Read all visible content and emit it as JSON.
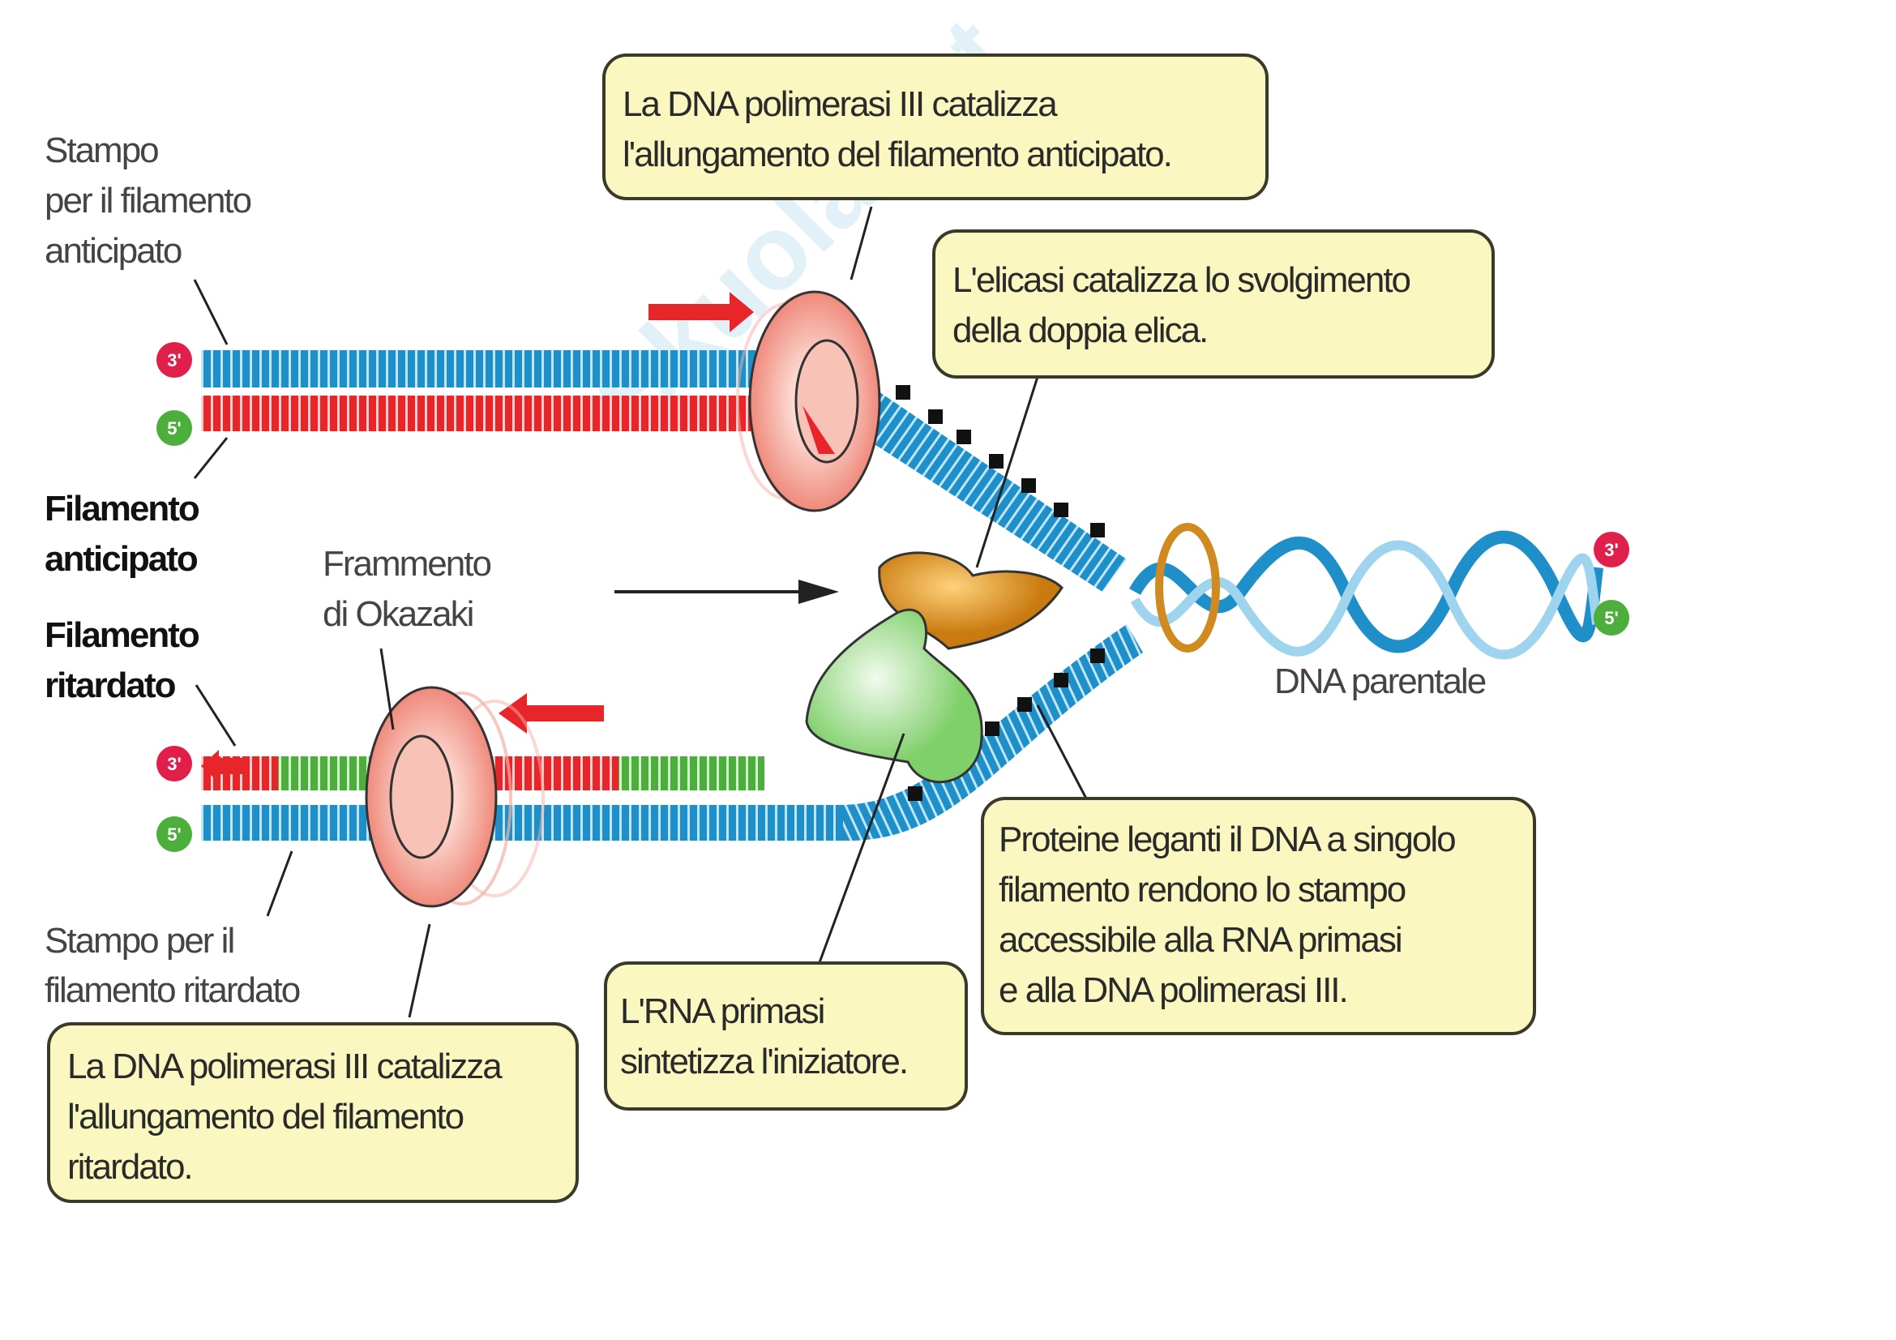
{
  "labels": {
    "leading_template": [
      "Stampo",
      "per il filamento",
      "anticipato"
    ],
    "leading_strand": [
      "Filamento",
      "anticipato"
    ],
    "lagging_strand": [
      "Filamento",
      "ritardato"
    ],
    "okazaki": [
      "Frammento",
      "di Okazaki"
    ],
    "lagging_template": [
      "Stampo per il",
      "filamento ritardato"
    ],
    "parental": "DNA parentale",
    "ends": {
      "three": "3'",
      "five": "5'"
    }
  },
  "boxes": {
    "pol_leading": [
      "La DNA polimerasi III catalizza",
      "l'allungamento del filamento anticipato."
    ],
    "helicase": [
      "L'elicasi catalizza lo svolgimento",
      "della doppia elica."
    ],
    "pol_lagging": [
      "La DNA polimerasi III catalizza",
      "l'allungamento del filamento",
      "ritardato."
    ],
    "primase": [
      "L'RNA primasi",
      "sintetizza l'iniziatore."
    ],
    "ssb": [
      "Proteine leganti il DNA a singolo",
      "filamento rendono lo stampo",
      "accessibile alla RNA primasi",
      "e alla DNA polimerasi III."
    ]
  },
  "watermark": "Skuola.net",
  "colors": {
    "template": "#1e8fc8",
    "new_strand": "#e8262a",
    "okazaki": "#4caf3c",
    "polymerase": "#f3a59a",
    "helicase": "#e09a2a",
    "primase": "#cdeec0",
    "box": "#fbf7c0"
  }
}
